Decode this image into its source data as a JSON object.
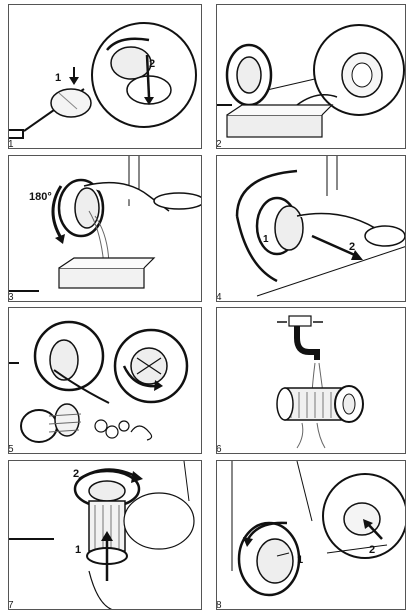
{
  "panels": [
    {
      "number": "1",
      "labels": {
        "a": "1",
        "b": "2"
      }
    },
    {
      "number": "2"
    },
    {
      "number": "3",
      "labels": {
        "a": "180°"
      }
    },
    {
      "number": "4",
      "labels": {
        "a": "1",
        "b": "2"
      }
    },
    {
      "number": "5"
    },
    {
      "number": "6"
    },
    {
      "number": "7",
      "labels": {
        "a": "2",
        "b": "1"
      }
    },
    {
      "number": "8",
      "labels": {
        "a": "1",
        "b": "2"
      }
    }
  ]
}
